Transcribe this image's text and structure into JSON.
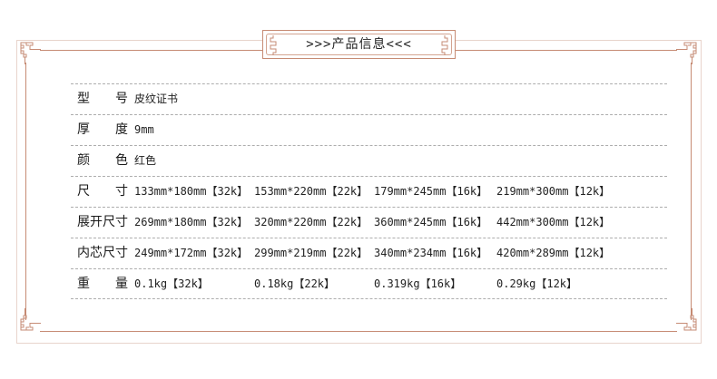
{
  "banner": {
    "title": ">>>产品信息<<<"
  },
  "table": {
    "rows": [
      {
        "label": "型　　号",
        "values": [
          "皮纹证书"
        ]
      },
      {
        "label": "厚　　度",
        "values": [
          "9mm"
        ]
      },
      {
        "label": "颜　　色",
        "values": [
          "红色"
        ]
      },
      {
        "label": "尺　　寸",
        "values": [
          "133mm*180mm【32k】",
          "153mm*220mm【22k】",
          "179mm*245mm【16k】",
          "219mm*300mm【12k】"
        ]
      },
      {
        "label": "展开尺寸",
        "values": [
          "269mm*180mm【32k】",
          "320mm*220mm【22k】",
          "360mm*245mm【16k】",
          "442mm*300mm【12k】"
        ]
      },
      {
        "label": "内芯尺寸",
        "values": [
          "249mm*172mm【32k】",
          "299mm*219mm【22k】",
          "340mm*234mm【16k】",
          "420mm*289mm【12k】"
        ]
      },
      {
        "label": "重　　量",
        "values": [
          "0.1kg【32k】",
          "0.18kg【22k】",
          "0.319kg【16k】",
          "0.29kg【12k】"
        ]
      }
    ]
  },
  "colors": {
    "frame_outer": "#e8d4cc",
    "frame_inner": "#c68b74",
    "dashed_separator": "#adadad",
    "text": "#222222",
    "background": "#ffffff"
  },
  "icons": {
    "corner_ornament": "chinese-fret-corner",
    "banner_ornament": "chinese-fret-strip"
  }
}
